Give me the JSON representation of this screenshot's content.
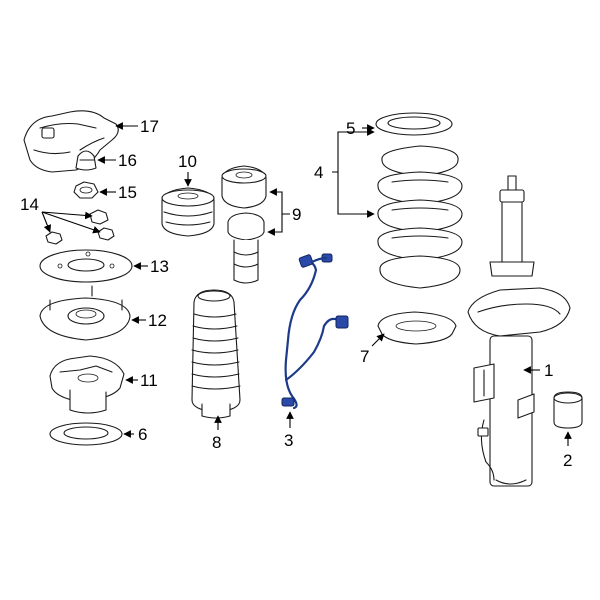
{
  "accent_color": "#1d3a8a",
  "callouts": {
    "c1": "1",
    "c2": "2",
    "c3": "3",
    "c4": "4",
    "c5": "5",
    "c6": "6",
    "c7": "7",
    "c8": "8",
    "c9": "9",
    "c10": "10",
    "c11": "11",
    "c12": "12",
    "c13": "13",
    "c14": "14",
    "c15": "15",
    "c16": "16",
    "c17": "17"
  }
}
